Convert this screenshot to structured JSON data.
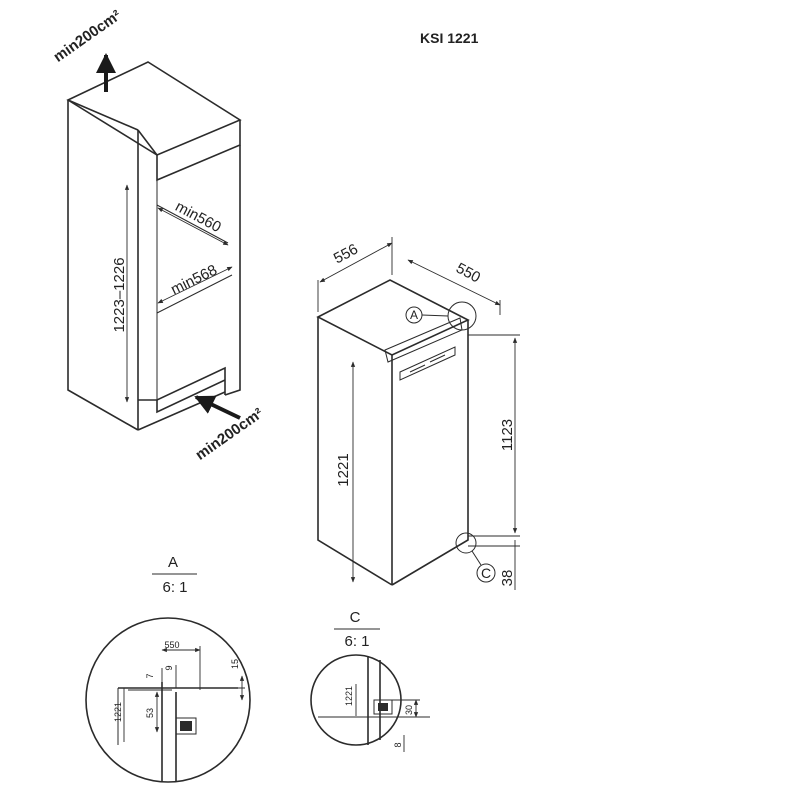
{
  "model": "KSI 1221",
  "cabinet": {
    "vent_top": "min200cm²",
    "vent_bottom": "min200cm²",
    "width_min": "min560",
    "depth_min": "min568",
    "height_range": "1223–1226"
  },
  "appliance": {
    "width": "556",
    "depth": "550",
    "height": "1221",
    "door_height": "1123",
    "bottom_offset": "38",
    "callout_a": "A",
    "callout_c": "C"
  },
  "detail_a": {
    "label": "A",
    "scale": "6: 1",
    "dim_550": "550",
    "dim_7": "7",
    "dim_9": "9",
    "dim_15": "15",
    "dim_1221": "1221",
    "dim_53": "53"
  },
  "detail_c": {
    "label": "C",
    "scale": "6: 1",
    "dim_1221": "1221",
    "dim_30": "30",
    "dim_8": "8"
  }
}
